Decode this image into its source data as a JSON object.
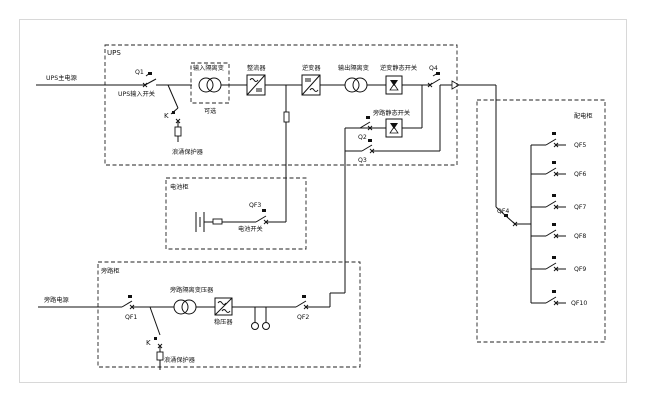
{
  "ups": {
    "title": "UPS",
    "mains_label": "UPS主电源",
    "q1": "Q1",
    "input_switch": "UPS输入开关",
    "k": "K",
    "surge": "浪涌保护器",
    "input_isolation": "输入隔离变",
    "optional": "可选",
    "rectifier": "整流器",
    "inverter": "逆变器",
    "output_isolation": "输出隔离变",
    "inverter_static_switch": "逆变静态开关",
    "q4": "Q4",
    "bypass_static_switch": "旁路静态开关",
    "q2": "Q2",
    "q3": "Q3"
  },
  "battery": {
    "title": "电池柜",
    "qf3": "QF3",
    "switch": "电池开关"
  },
  "bypass": {
    "title": "旁路柜",
    "source": "旁路电源",
    "qf1": "QF1",
    "transformer": "旁路隔离变压器",
    "stabilizer": "稳压器",
    "qf2": "QF2",
    "k": "K",
    "surge": "浪涌保护器"
  },
  "distribution": {
    "title": "配电柜",
    "qf4": "QF4",
    "breakers": [
      "QF5",
      "QF6",
      "QF7",
      "QF8",
      "QF9",
      "QF10"
    ]
  }
}
